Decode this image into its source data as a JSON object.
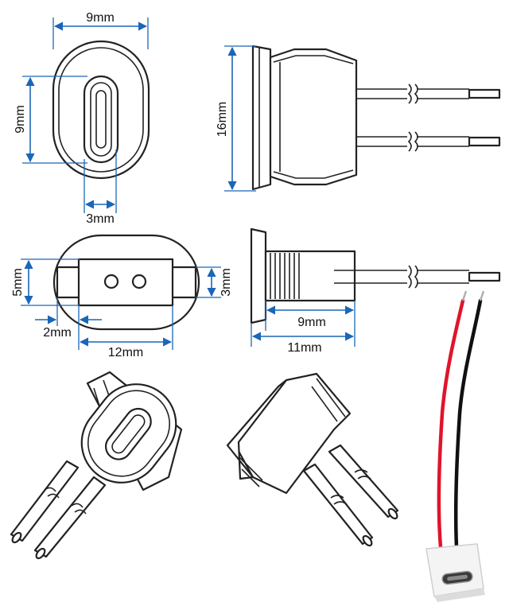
{
  "diagram": {
    "colors": {
      "dimension_line": "#1a66b8",
      "outline": "#222222",
      "wire_red": "#e0142c",
      "wire_black": "#111111",
      "housing_white": "#f4f4f4"
    },
    "front_view": {
      "width_label": "9mm",
      "height_label": "9mm",
      "slot_label": "3mm"
    },
    "side_view": {
      "height_label": "16mm"
    },
    "bottom_view": {
      "left_label": "5mm",
      "right_label": "3mm",
      "offset_label": "2mm",
      "length_label": "12mm"
    },
    "side_section": {
      "length_a_label": "9mm",
      "length_b_label": "11mm"
    },
    "photo": {
      "icon": "usb-c-cable-photo"
    }
  }
}
